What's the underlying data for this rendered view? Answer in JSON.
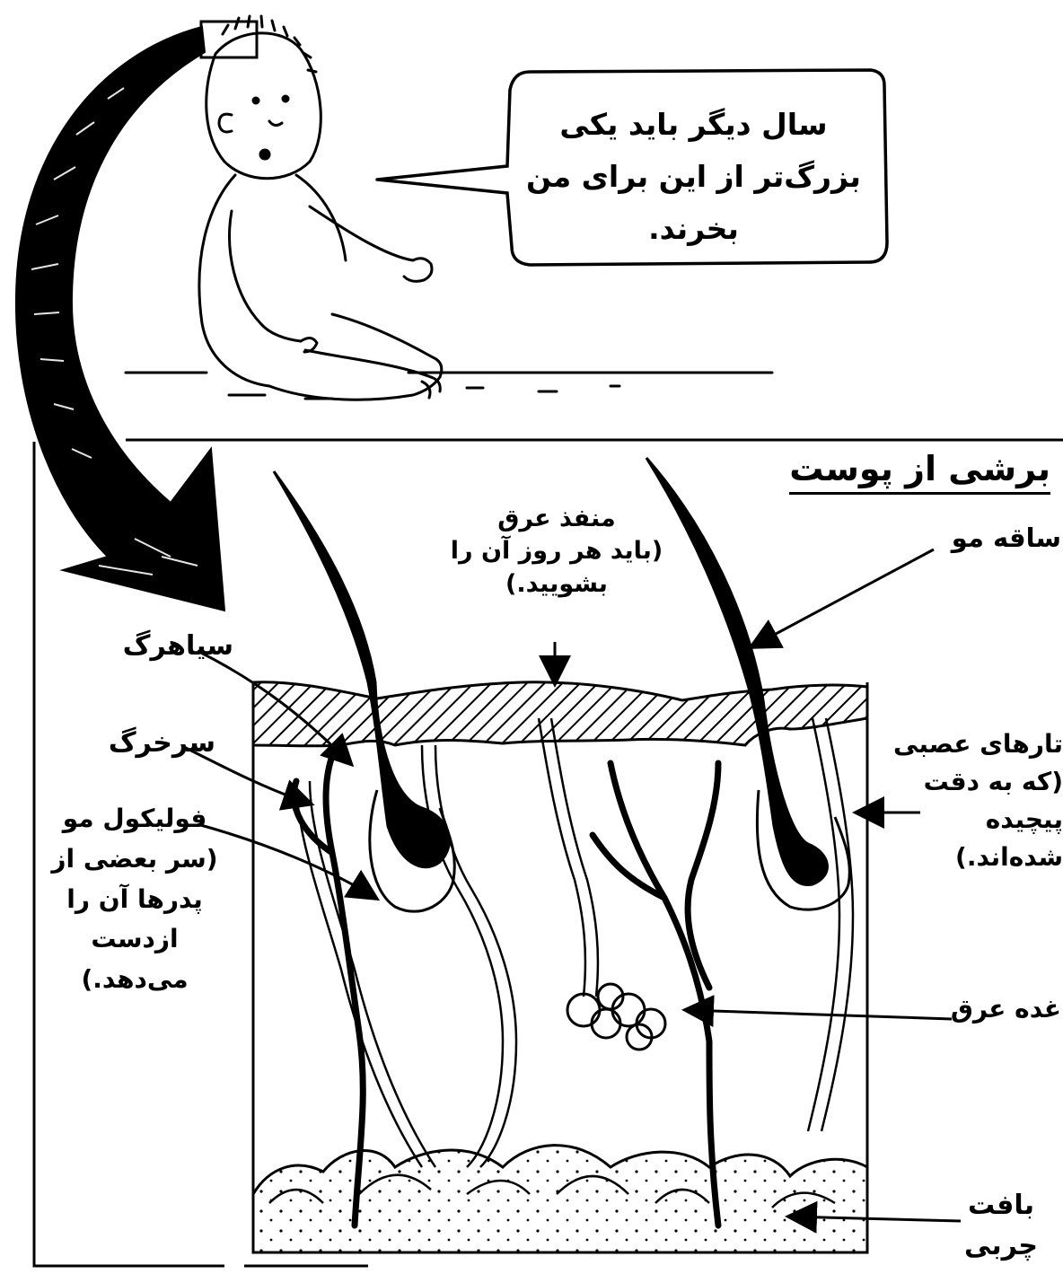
{
  "speech_bubble": {
    "text": "سال دیگر باید یکی\nبزرگ‌تر از این برای من\nبخرند."
  },
  "section_title": "برشی از پوست",
  "labels": {
    "sweat_pore": "منفذ عرق\n(باید هر روز آن را\nبشویید.)",
    "hair_shaft": "ساقه مو",
    "vein": "سیاهرگ",
    "artery": "سرخرگ",
    "hair_follicle": "فولیکول مو\n(سر بعضی از\nپدرها آن را\nازدست\nمی‌دهد.)",
    "nerve_fibers": "تارهای عصبی\n(که به دقت\nپیچیده\nشده‌اند.)",
    "sweat_gland": "غده عرق",
    "fat_tissue": "بافت\nچربی"
  },
  "colors": {
    "ink": "#000000",
    "paper": "#ffffff"
  }
}
